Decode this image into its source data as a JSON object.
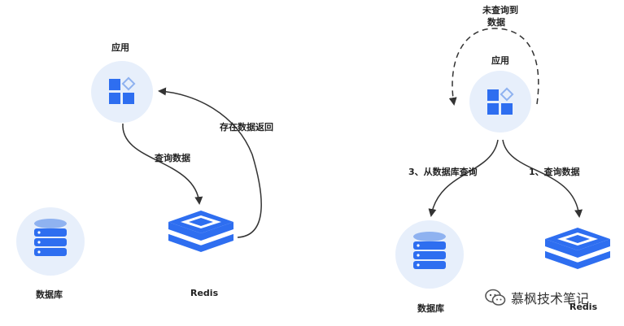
{
  "left": {
    "app_label": "应用",
    "query_label": "查询数据",
    "return_label": "存在数据返回",
    "db_label": "数据库",
    "redis_label": "Redis"
  },
  "right": {
    "miss_label_line1": "未查询到",
    "miss_label_line2": "数据",
    "app_label": "应用",
    "step3_label": "3、从数据库查询",
    "step1_label": "1、查询数据",
    "db_label": "数据库",
    "redis_label": "Redis"
  },
  "watermark": {
    "text": "慕枫技术笔记"
  },
  "colors": {
    "accent": "#2e6ef0",
    "circle": "#e7effb",
    "db_light": "#8fb2f0"
  }
}
